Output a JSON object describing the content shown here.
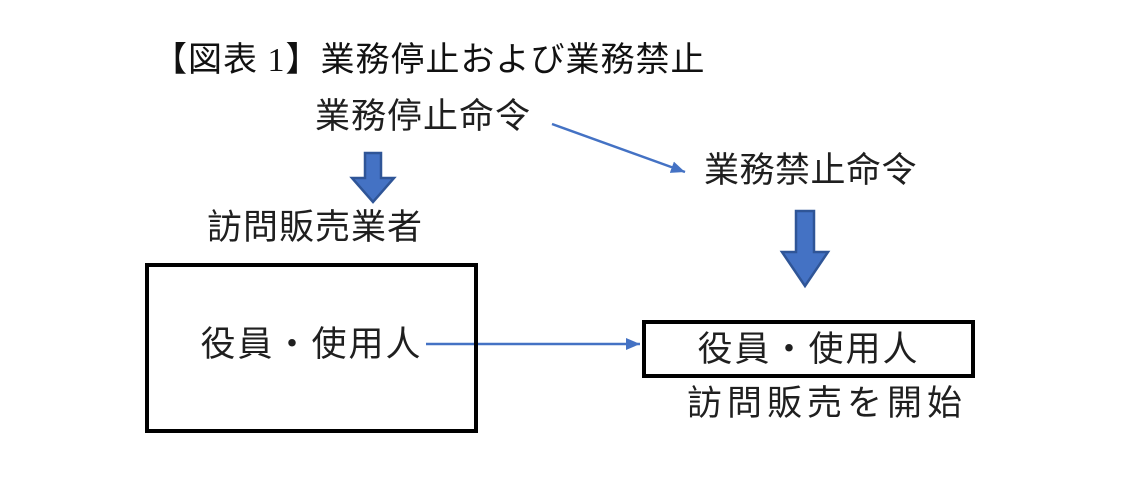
{
  "figure": {
    "title": "【図表 1】業務停止および業務禁止",
    "labels": {
      "suspension_order": "業務停止命令",
      "prohibition_order": "業務禁止命令",
      "door_to_door_seller": "訪問販売業者",
      "officers_employees_left": "役員・使用人",
      "officers_employees_right": "役員・使用人",
      "start_door_to_door_sales": "訪問販売を開始"
    },
    "icons": {
      "left_down_block_arrow": "block-arrow-down",
      "right_down_block_arrow": "block-arrow-down",
      "diagonal_thin_arrow": "thin-arrow-diagonal",
      "horizontal_thin_arrow": "thin-arrow-right"
    },
    "colors": {
      "background": "#ffffff",
      "text": "#1f1f1f",
      "box_border": "#000000",
      "block_arrow_fill": "#4472c4",
      "block_arrow_border": "#2f5597",
      "thin_arrow": "#4472c4"
    }
  }
}
